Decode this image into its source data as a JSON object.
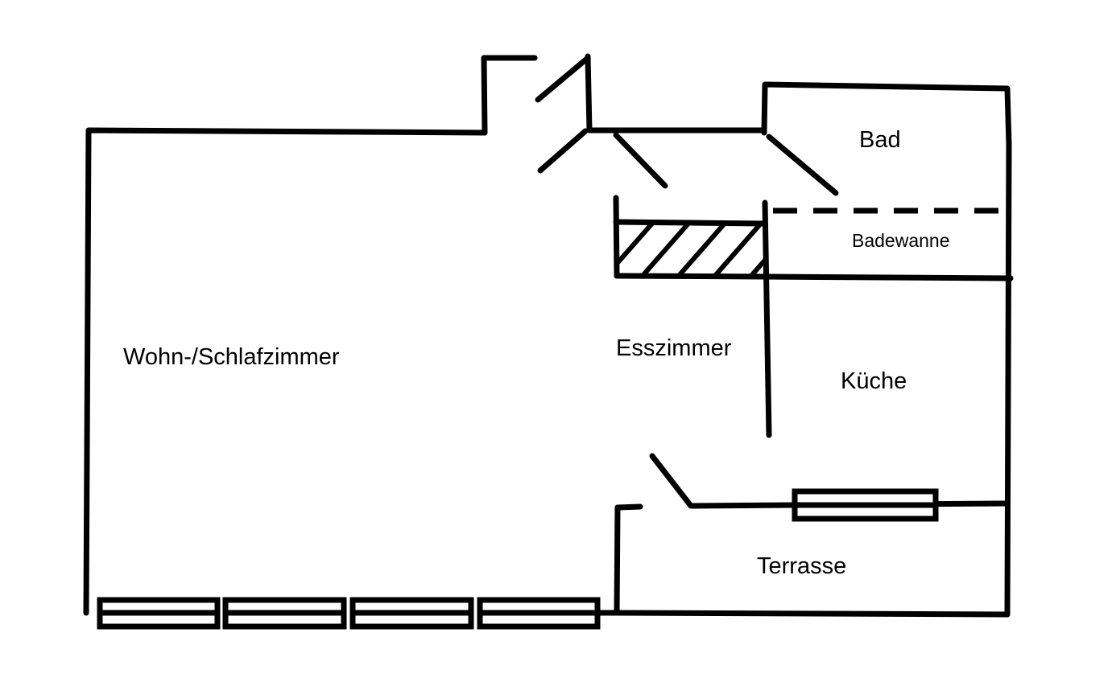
{
  "rooms": {
    "living": "Wohn-/Schlafzimmer",
    "dining": "Esszimmer",
    "bath": "Bad",
    "tub": "Badewanne",
    "kitchen": "Küche",
    "terrace": "Terrasse"
  },
  "colors": {
    "line": "#000000",
    "background": "#ffffff"
  }
}
